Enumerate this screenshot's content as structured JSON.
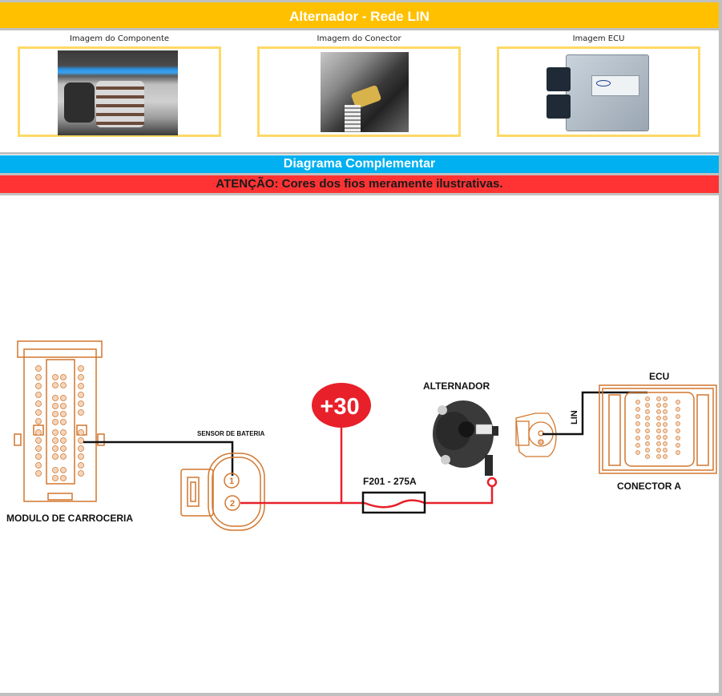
{
  "header": {
    "title": "Alternador - Rede LIN"
  },
  "images": [
    {
      "label": "Imagem do Componente",
      "alt": "alternator-photo"
    },
    {
      "label": "Imagem do Conector",
      "alt": "connector-photo"
    },
    {
      "label": "Imagem ECU",
      "alt": "ecu-photo"
    }
  ],
  "sections": {
    "diagram_title": "Diagrama Complementar",
    "warning": "ATENÇÃO: Cores dos fios meramente ilustrativas."
  },
  "diagram": {
    "body_module_label": "MODULO DE CARROCERIA",
    "battery_sensor_label": "SENSOR DE BATERIA",
    "battery_sensor_pins": [
      "1",
      "2"
    ],
    "plus30_label": "+30",
    "fuse_label": "F201 - 275A",
    "alternator_label": "ALTERNADOR",
    "lin_label": "LIN",
    "ecu_label": "ECU",
    "ecu_connector_label": "CONECTOR A",
    "colors": {
      "connector_outline": "#d2772e",
      "power_wire": "#e8202a",
      "signal_wire": "#111111",
      "plus30_badge": "#e8202a"
    }
  }
}
